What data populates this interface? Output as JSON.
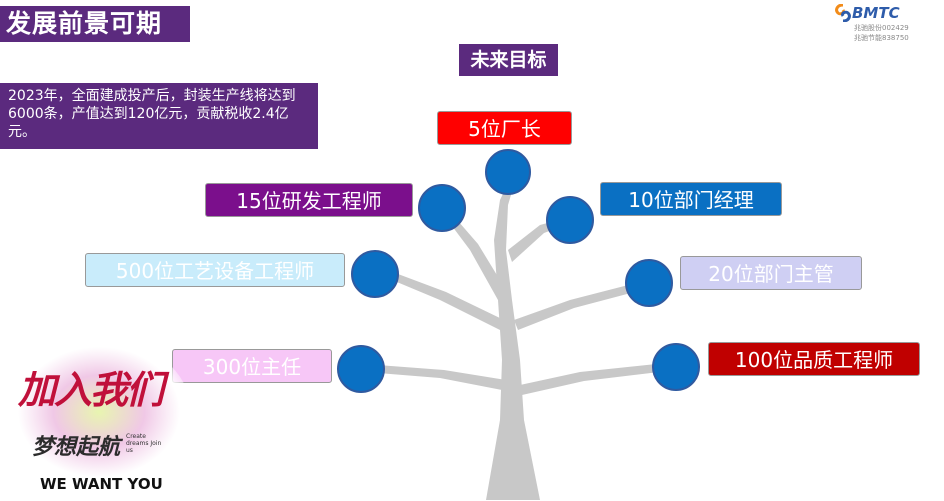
{
  "header": {
    "title": "发展前景可期"
  },
  "logo": {
    "brand": "BMTC",
    "line1": "兆驰股份002429",
    "line2": "兆驰节能838750"
  },
  "info": {
    "text": "2023年，全面建成投产后，封装生产线将达到6000条，产值达到120亿元，贡献税收2.4亿元。"
  },
  "goals": {
    "heading": "未来目标",
    "items": [
      {
        "label": "5位厂长",
        "bg": "#ff0000",
        "fg": "#ffffff"
      },
      {
        "label": "15位研发工程师",
        "bg": "#7b0f8c",
        "fg": "#ffffff"
      },
      {
        "label": "10位部门经理",
        "bg": "#0a70c3",
        "fg": "#ffffff"
      },
      {
        "label": "500位工艺设备工程师",
        "bg": "#c9ecfb",
        "fg": "#ffffff"
      },
      {
        "label": "20位部门主管",
        "bg": "#cfcff3",
        "fg": "#ffffff"
      },
      {
        "label": "300位主任",
        "bg": "#f7c7f7",
        "fg": "#ffffff"
      },
      {
        "label": "100位品质工程师",
        "bg": "#c00000",
        "fg": "#ffffff"
      }
    ]
  },
  "badge": {
    "main": "加入我们",
    "sub": "梦想起航",
    "small": "Create dreams Join us",
    "english": "WE WANT YOU"
  },
  "colors": {
    "purple": "#5b2a7e",
    "circle": "#0a70c3",
    "tree": "#c8c8c8"
  }
}
